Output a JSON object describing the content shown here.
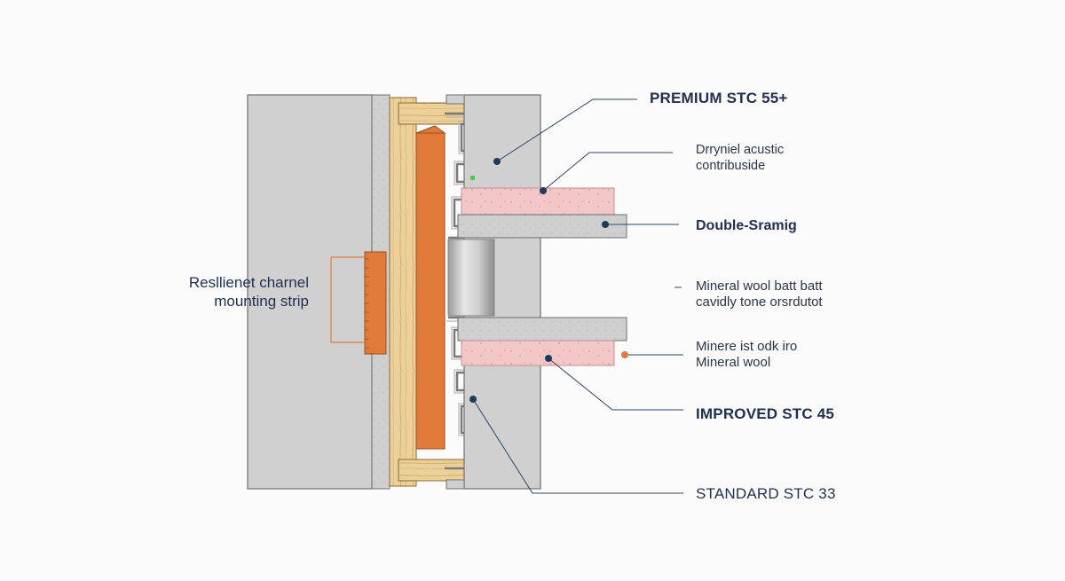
{
  "colors": {
    "navy": "#1f3a5a",
    "accent_orange": "#e07a3a",
    "wood": "#e9c98d",
    "mineral_wool": "#f1c4c6",
    "drywall_gray": "#c6c6c6",
    "concrete_gray": "#d2d2d2"
  },
  "labels": {
    "premium": "PREMIUM STC 55+",
    "drywall_line1": "Drryniel acustic",
    "drywall_line2": "contribuside",
    "double_framing": "Double-Sramig",
    "mineral_line1": "Mineral wool batt batt",
    "mineral_line2": "cavidly tone orsrdutot",
    "mineral2_line1": "Minere ist odk iro",
    "mineral2_line2": "Mineral wool",
    "improved": "IMPROVED STC 45",
    "standard": "STANDARD STC 33",
    "resilient_line1": "Resllienet charnel",
    "resilient_line2": "mounting strip"
  },
  "icons": {
    "leader_dot": "filled-circle",
    "orange_dot": "orange-circle"
  }
}
